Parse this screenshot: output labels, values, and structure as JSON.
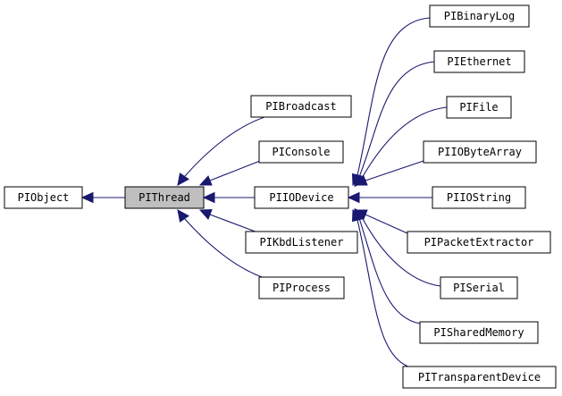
{
  "diagram": {
    "nodes": {
      "piobject": "PIObject",
      "pithread": "PIThread",
      "pibroadcast": "PIBroadcast",
      "piconsole": "PIConsole",
      "piiodevice": "PIIODevice",
      "pikbdlistener": "PIKbdListener",
      "piprocess": "PIProcess",
      "pibinarylog": "PIBinaryLog",
      "piethernet": "PIEthernet",
      "pifile": "PIFile",
      "piiobytearray": "PIIOByteArray",
      "piiostring": "PIIOString",
      "pipacketextractor": "PIPacketExtractor",
      "piserial": "PISerial",
      "pisharedmemory": "PISharedMemory",
      "pitransparentdevice": "PITransparentDevice"
    },
    "current_node": "pithread",
    "edges": [
      {
        "from": "pithread",
        "to": "piobject"
      },
      {
        "from": "pibroadcast",
        "to": "pithread"
      },
      {
        "from": "piconsole",
        "to": "pithread"
      },
      {
        "from": "piiodevice",
        "to": "pithread"
      },
      {
        "from": "pikbdlistener",
        "to": "pithread"
      },
      {
        "from": "piprocess",
        "to": "pithread"
      },
      {
        "from": "pibinarylog",
        "to": "piiodevice"
      },
      {
        "from": "piethernet",
        "to": "piiodevice"
      },
      {
        "from": "pifile",
        "to": "piiodevice"
      },
      {
        "from": "piiobytearray",
        "to": "piiodevice"
      },
      {
        "from": "piiostring",
        "to": "piiodevice"
      },
      {
        "from": "pipacketextractor",
        "to": "piiodevice"
      },
      {
        "from": "piserial",
        "to": "piiodevice"
      },
      {
        "from": "pisharedmemory",
        "to": "piiodevice"
      },
      {
        "from": "pitransparentdevice",
        "to": "piiodevice"
      }
    ],
    "colors": {
      "arrow": "#191970",
      "current_fill": "#bfbfbf",
      "node_fill": "#ffffff",
      "border": "#000000"
    }
  }
}
